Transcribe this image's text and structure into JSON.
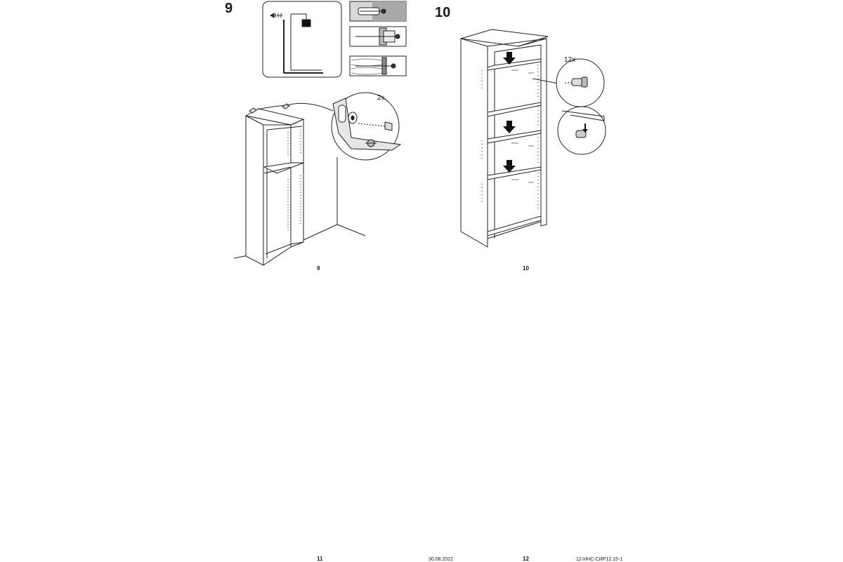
{
  "steps": [
    {
      "number": "9",
      "figure_label": "9",
      "quantity": "2x"
    },
    {
      "number": "10",
      "figure_label": "10",
      "quantity": "12x"
    }
  ],
  "footer": {
    "page_left": "11",
    "date": "30.08.2022",
    "page_right": "12",
    "doc_code": "12-ИНС-СИР12.15-1"
  }
}
